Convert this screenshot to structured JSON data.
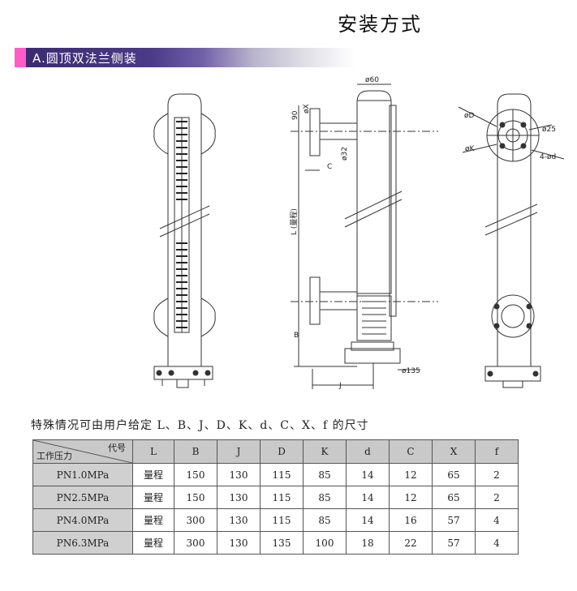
{
  "page_title": "安装方式",
  "section": {
    "label": "A.圆顶双法兰侧装"
  },
  "drawing_labels": {
    "phi60": "ø60",
    "phi32": "ø32",
    "phiX": "øX",
    "dim90": "90",
    "C": "C",
    "L_measure": "L (量程)",
    "B": "B",
    "J": "J",
    "phi135": "ø135",
    "phiD": "øD",
    "phiK": "øK",
    "phi25": "ø25",
    "fourd": "4-ød"
  },
  "note": "特殊情况可由用户给定 L、B、J、D、K、d、C、X、f 的尺寸",
  "table": {
    "corner_code": "代号",
    "corner_pressure": "工作压力",
    "columns": [
      "L",
      "B",
      "J",
      "D",
      "K",
      "d",
      "C",
      "X",
      "f"
    ],
    "rows": [
      {
        "pressure": "PN1.0MPa",
        "cells": [
          "量程",
          "150",
          "130",
          "115",
          "85",
          "14",
          "12",
          "65",
          "2"
        ]
      },
      {
        "pressure": "PN2.5MPa",
        "cells": [
          "量程",
          "150",
          "130",
          "115",
          "85",
          "14",
          "12",
          "65",
          "2"
        ]
      },
      {
        "pressure": "PN4.0MPa",
        "cells": [
          "量程",
          "300",
          "130",
          "115",
          "85",
          "14",
          "16",
          "57",
          "4"
        ]
      },
      {
        "pressure": "PN6.3MPa",
        "cells": [
          "量程",
          "300",
          "130",
          "135",
          "100",
          "18",
          "22",
          "57",
          "4"
        ]
      }
    ]
  }
}
